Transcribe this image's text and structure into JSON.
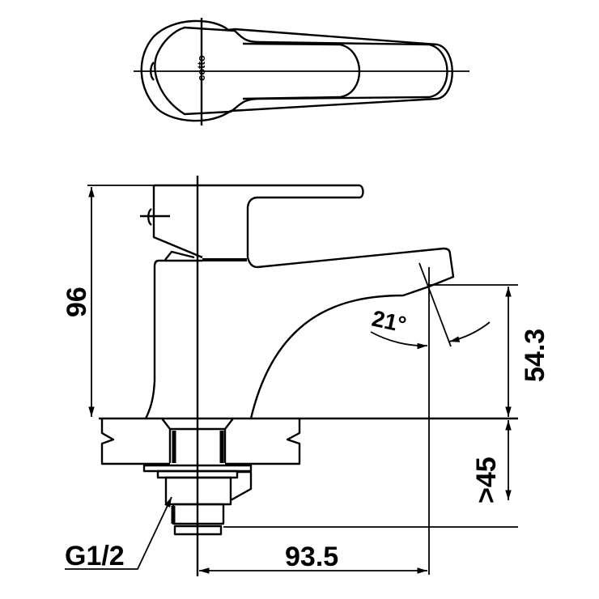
{
  "drawing": {
    "logo_text": "cotto",
    "dimensions": {
      "height_total": "96",
      "spout_height": "54.3",
      "deck_thickness": ">45",
      "spout_reach": "93.5",
      "spout_angle": "21°",
      "thread": "G1/2"
    },
    "colors": {
      "line": "#000000",
      "background": "#ffffff"
    }
  }
}
